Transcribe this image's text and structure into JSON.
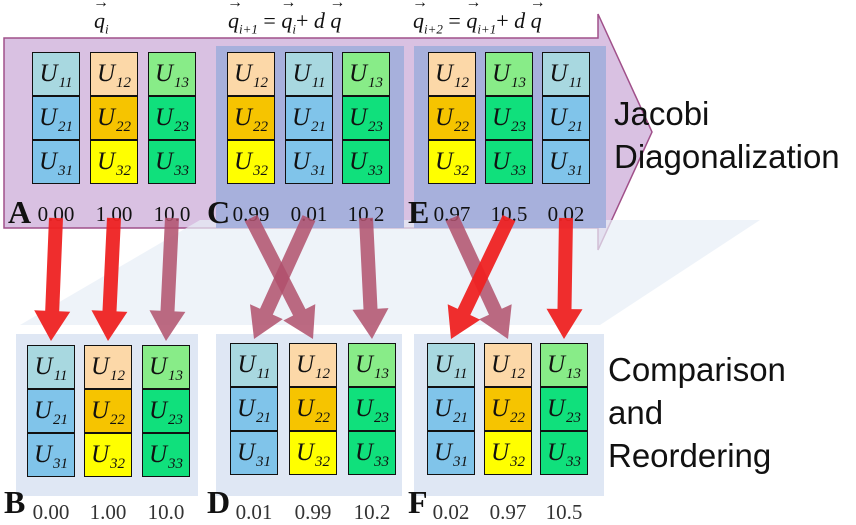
{
  "colors": {
    "cell_light_blue": "#a8d8e0",
    "cell_blue": "#80c4ea",
    "cell_peach": "#fcd8a8",
    "cell_gold": "#f6c400",
    "cell_yellow": "#ffff00",
    "cell_light_green": "#88ec88",
    "cell_green": "#10e07c",
    "arrow_red": "#ee2222",
    "arrow_mauve": "#b0506c",
    "top_band": "#d7bfe0",
    "panel_blue": "#9fb0dc",
    "lower_panel": "#e4ecf6"
  },
  "equations": {
    "eq1": {
      "text": "q",
      "sub": "i"
    },
    "eq2": {
      "lhs": "q",
      "lhs_sub": "i+1",
      "rhs1": "q",
      "rhs1_sub": "i",
      "plus": "+",
      "d": "d",
      "rhs2": "q"
    },
    "eq3": {
      "lhs": "q",
      "lhs_sub": "i+2",
      "rhs1": "q",
      "rhs1_sub": "i+1",
      "plus": "+",
      "d": "d",
      "rhs2": "q"
    }
  },
  "side_labels": {
    "top": [
      "Jacobi",
      "Diagonalization"
    ],
    "bottom": [
      "Comparison",
      "and",
      "Reordering"
    ]
  },
  "panels": [
    {
      "id": "A",
      "letter": "A",
      "values": [
        "0.00",
        "1.00",
        "10.0"
      ],
      "columns": [
        [
          {
            "t": "U",
            "s": "11",
            "c": "cell_light_blue"
          },
          {
            "t": "U",
            "s": "21",
            "c": "cell_blue"
          },
          {
            "t": "U",
            "s": "31",
            "c": "cell_blue"
          }
        ],
        [
          {
            "t": "U",
            "s": "12",
            "c": "cell_peach"
          },
          {
            "t": "U",
            "s": "22",
            "c": "cell_gold"
          },
          {
            "t": "U",
            "s": "32",
            "c": "cell_yellow"
          }
        ],
        [
          {
            "t": "U",
            "s": "13",
            "c": "cell_light_green"
          },
          {
            "t": "U",
            "s": "23",
            "c": "cell_green"
          },
          {
            "t": "U",
            "s": "33",
            "c": "cell_green"
          }
        ]
      ]
    },
    {
      "id": "C",
      "letter": "C",
      "values": [
        "0.99",
        "0.01",
        "10.2"
      ],
      "columns": [
        [
          {
            "t": "U",
            "s": "12",
            "c": "cell_peach"
          },
          {
            "t": "U",
            "s": "22",
            "c": "cell_gold"
          },
          {
            "t": "U",
            "s": "32",
            "c": "cell_yellow"
          }
        ],
        [
          {
            "t": "U",
            "s": "11",
            "c": "cell_light_blue"
          },
          {
            "t": "U",
            "s": "21",
            "c": "cell_blue"
          },
          {
            "t": "U",
            "s": "31",
            "c": "cell_blue"
          }
        ],
        [
          {
            "t": "U",
            "s": "13",
            "c": "cell_light_green"
          },
          {
            "t": "U",
            "s": "23",
            "c": "cell_green"
          },
          {
            "t": "U",
            "s": "33",
            "c": "cell_green"
          }
        ]
      ]
    },
    {
      "id": "E",
      "letter": "E",
      "values": [
        "0.97",
        "10.5",
        "0.02"
      ],
      "columns": [
        [
          {
            "t": "U",
            "s": "12",
            "c": "cell_peach"
          },
          {
            "t": "U",
            "s": "22",
            "c": "cell_gold"
          },
          {
            "t": "U",
            "s": "32",
            "c": "cell_yellow"
          }
        ],
        [
          {
            "t": "U",
            "s": "13",
            "c": "cell_light_green"
          },
          {
            "t": "U",
            "s": "23",
            "c": "cell_green"
          },
          {
            "t": "U",
            "s": "33",
            "c": "cell_green"
          }
        ],
        [
          {
            "t": "U",
            "s": "11",
            "c": "cell_light_blue"
          },
          {
            "t": "U",
            "s": "21",
            "c": "cell_blue"
          },
          {
            "t": "U",
            "s": "31",
            "c": "cell_blue"
          }
        ]
      ]
    },
    {
      "id": "B",
      "letter": "B",
      "values": [
        "0.00",
        "1.00",
        "10.0"
      ],
      "columns": [
        [
          {
            "t": "U",
            "s": "11",
            "c": "cell_light_blue"
          },
          {
            "t": "U",
            "s": "21",
            "c": "cell_blue"
          },
          {
            "t": "U",
            "s": "31",
            "c": "cell_blue"
          }
        ],
        [
          {
            "t": "U",
            "s": "12",
            "c": "cell_peach"
          },
          {
            "t": "U",
            "s": "22",
            "c": "cell_gold"
          },
          {
            "t": "U",
            "s": "32",
            "c": "cell_yellow"
          }
        ],
        [
          {
            "t": "U",
            "s": "13",
            "c": "cell_light_green"
          },
          {
            "t": "U",
            "s": "23",
            "c": "cell_green"
          },
          {
            "t": "U",
            "s": "33",
            "c": "cell_green"
          }
        ]
      ]
    },
    {
      "id": "D",
      "letter": "D",
      "values": [
        "0.01",
        "0.99",
        "10.2"
      ],
      "columns": [
        [
          {
            "t": "U",
            "s": "11",
            "c": "cell_light_blue"
          },
          {
            "t": "U",
            "s": "21",
            "c": "cell_blue"
          },
          {
            "t": "U",
            "s": "31",
            "c": "cell_blue"
          }
        ],
        [
          {
            "t": "U",
            "s": "12",
            "c": "cell_peach"
          },
          {
            "t": "U",
            "s": "22",
            "c": "cell_gold"
          },
          {
            "t": "U",
            "s": "32",
            "c": "cell_yellow"
          }
        ],
        [
          {
            "t": "U",
            "s": "13",
            "c": "cell_light_green"
          },
          {
            "t": "U",
            "s": "23",
            "c": "cell_green"
          },
          {
            "t": "U",
            "s": "33",
            "c": "cell_green"
          }
        ]
      ]
    },
    {
      "id": "F",
      "letter": "F",
      "values": [
        "0.02",
        "0.97",
        "10.5"
      ],
      "columns": [
        [
          {
            "t": "U",
            "s": "11",
            "c": "cell_light_blue"
          },
          {
            "t": "U",
            "s": "21",
            "c": "cell_blue"
          },
          {
            "t": "U",
            "s": "31",
            "c": "cell_blue"
          }
        ],
        [
          {
            "t": "U",
            "s": "12",
            "c": "cell_peach"
          },
          {
            "t": "U",
            "s": "22",
            "c": "cell_gold"
          },
          {
            "t": "U",
            "s": "32",
            "c": "cell_yellow"
          }
        ],
        [
          {
            "t": "U",
            "s": "13",
            "c": "cell_light_green"
          },
          {
            "t": "U",
            "s": "23",
            "c": "cell_green"
          },
          {
            "t": "U",
            "s": "33",
            "c": "cell_green"
          }
        ]
      ]
    }
  ],
  "arrows": [
    {
      "from": "A.0",
      "to": "B.0",
      "color": "arrow_red"
    },
    {
      "from": "A.1",
      "to": "B.1",
      "color": "arrow_red"
    },
    {
      "from": "A.2",
      "to": "B.2",
      "color": "arrow_mauve"
    },
    {
      "from": "C.0",
      "to": "D.1",
      "color": "arrow_mauve"
    },
    {
      "from": "C.1",
      "to": "D.0",
      "color": "arrow_mauve"
    },
    {
      "from": "C.2",
      "to": "D.2",
      "color": "arrow_mauve"
    },
    {
      "from": "E.0",
      "to": "F.1",
      "color": "arrow_mauve"
    },
    {
      "from": "E.1",
      "to": "F.0",
      "color": "arrow_red"
    },
    {
      "from": "E.2",
      "to": "F.2",
      "color": "arrow_red"
    }
  ]
}
